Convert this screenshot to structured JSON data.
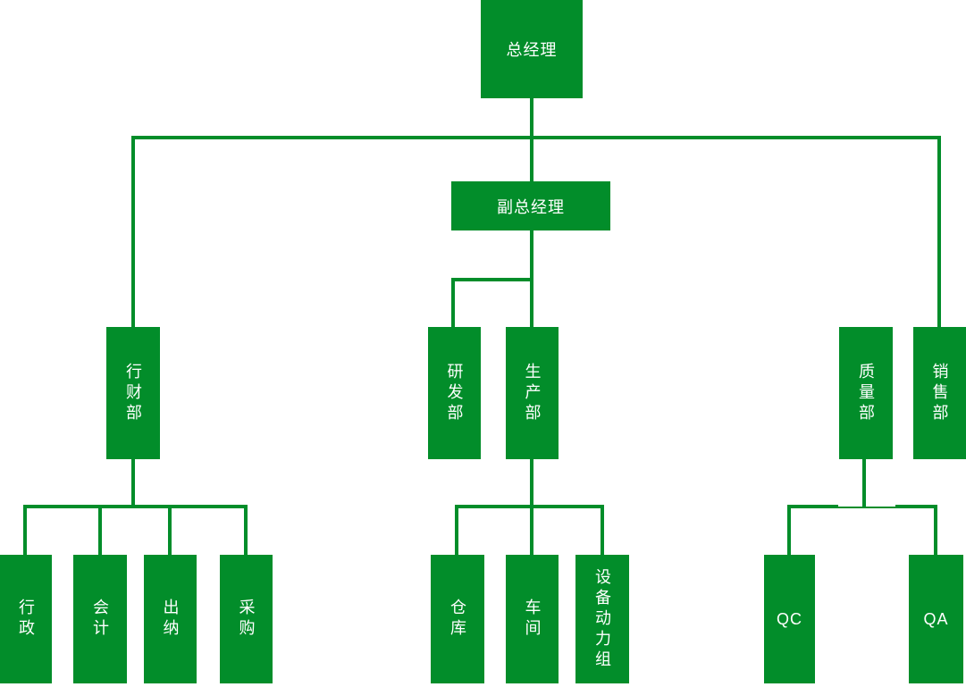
{
  "diagram_type": "org-chart",
  "colors": {
    "node_fill": "#028d2a",
    "connector": "#028d2a",
    "label_text": "#ffffff",
    "background": "#ffffff"
  },
  "tree": {
    "label": "总经理",
    "children": [
      {
        "label": "行财部",
        "children": [
          {
            "label": "行政"
          },
          {
            "label": "会计"
          },
          {
            "label": "出纳"
          },
          {
            "label": "采购"
          }
        ]
      },
      {
        "label": "副总经理",
        "children": [
          {
            "label": "研发部"
          },
          {
            "label": "生产部",
            "children": [
              {
                "label": "仓库"
              },
              {
                "label": "车间"
              },
              {
                "label": "设备动力组"
              }
            ]
          }
        ]
      },
      {
        "label": "质量部",
        "children": [
          {
            "label": "QC"
          },
          {
            "label": "QA"
          }
        ]
      },
      {
        "label": "销售部"
      }
    ]
  }
}
